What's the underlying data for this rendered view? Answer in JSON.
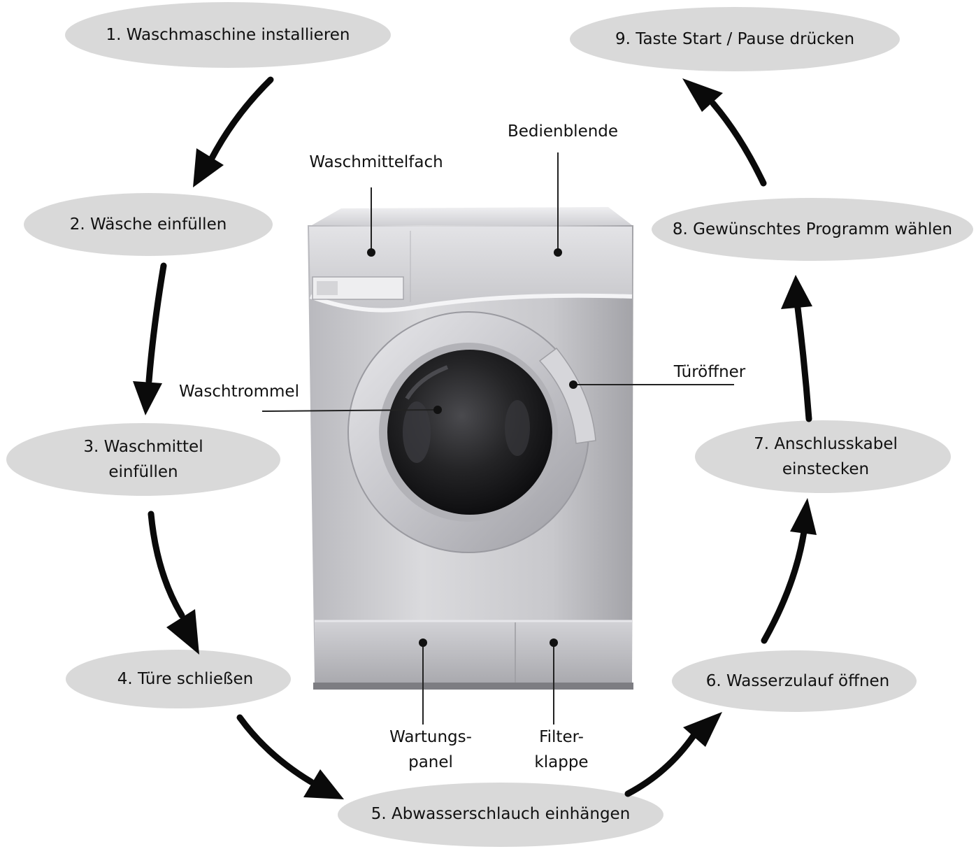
{
  "colors": {
    "oval": "#d9d9d9",
    "arrow": "#0a0a0a",
    "leader": "#222222",
    "machine_light": "#e7e7ea",
    "machine_mid": "#bdbdc2",
    "machine_dark": "#8c8c92",
    "drum": "#1b1b1d"
  },
  "steps": [
    {
      "line1": "1. Waschmaschine installieren",
      "line2": ""
    },
    {
      "line1": "2. Wäsche einfüllen",
      "line2": ""
    },
    {
      "line1": "3. Waschmittel",
      "line2": "einfüllen"
    },
    {
      "line1": "4. Türe schließen",
      "line2": ""
    },
    {
      "line1": "5. Abwasserschlauch einhängen",
      "line2": ""
    },
    {
      "line1": "6. Wasserzulauf öffnen",
      "line2": ""
    },
    {
      "line1": "7. Anschlusskabel",
      "line2": "einstecken"
    },
    {
      "line1": "8. Gewünschtes Programm wählen",
      "line2": ""
    },
    {
      "line1": "9. Taste Start / Pause drücken",
      "line2": ""
    }
  ],
  "parts": {
    "detergent_drawer": "Waschmittelfach",
    "control_panel": "Bedienblende",
    "drum": "Waschtrommel",
    "door_opener": "Türöffner",
    "service_panel_1": "Wartungs-",
    "service_panel_2": "panel",
    "filter_flap_1": "Filter-",
    "filter_flap_2": "klappe"
  }
}
